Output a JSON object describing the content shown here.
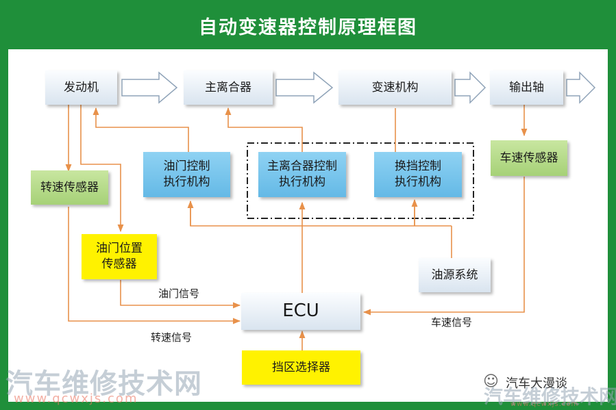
{
  "title": "自动变速器控制原理框图",
  "nodes": {
    "engine": "发动机",
    "main_clutch": "主离合器",
    "transmission": "变速机构",
    "output_shaft": "输出轴",
    "speed_sensor": "转速传感器",
    "throttle_actuator": "油门控制\n执行机构",
    "clutch_actuator": "主离合器控制\n执行机构",
    "shift_actuator": "换挡控制\n执行机构",
    "vehicle_speed_sensor": "车速传感器",
    "throttle_position_sensor": "油门位置\n传感器",
    "oil_system": "油源系统",
    "ecu": "ECU",
    "gear_selector": "挡区选择器"
  },
  "labels": {
    "throttle_signal": "油门信号",
    "speed_signal": "转速信号",
    "vehicle_speed_signal": "车速信号"
  },
  "watermarks": {
    "left_title": "汽车维修技术网",
    "left_url": "www.qcwxjs.com",
    "right_wechat": "汽车大漫谈",
    "right_title": "汽车维修技术网",
    "right_url": "www.qcwxjs.com"
  },
  "colors": {
    "frame": "#1f8f3a",
    "line": "#e8914a",
    "blue_box": "#64b9e6",
    "green_box": "#a6d177",
    "yellow_box": "#fff200"
  }
}
